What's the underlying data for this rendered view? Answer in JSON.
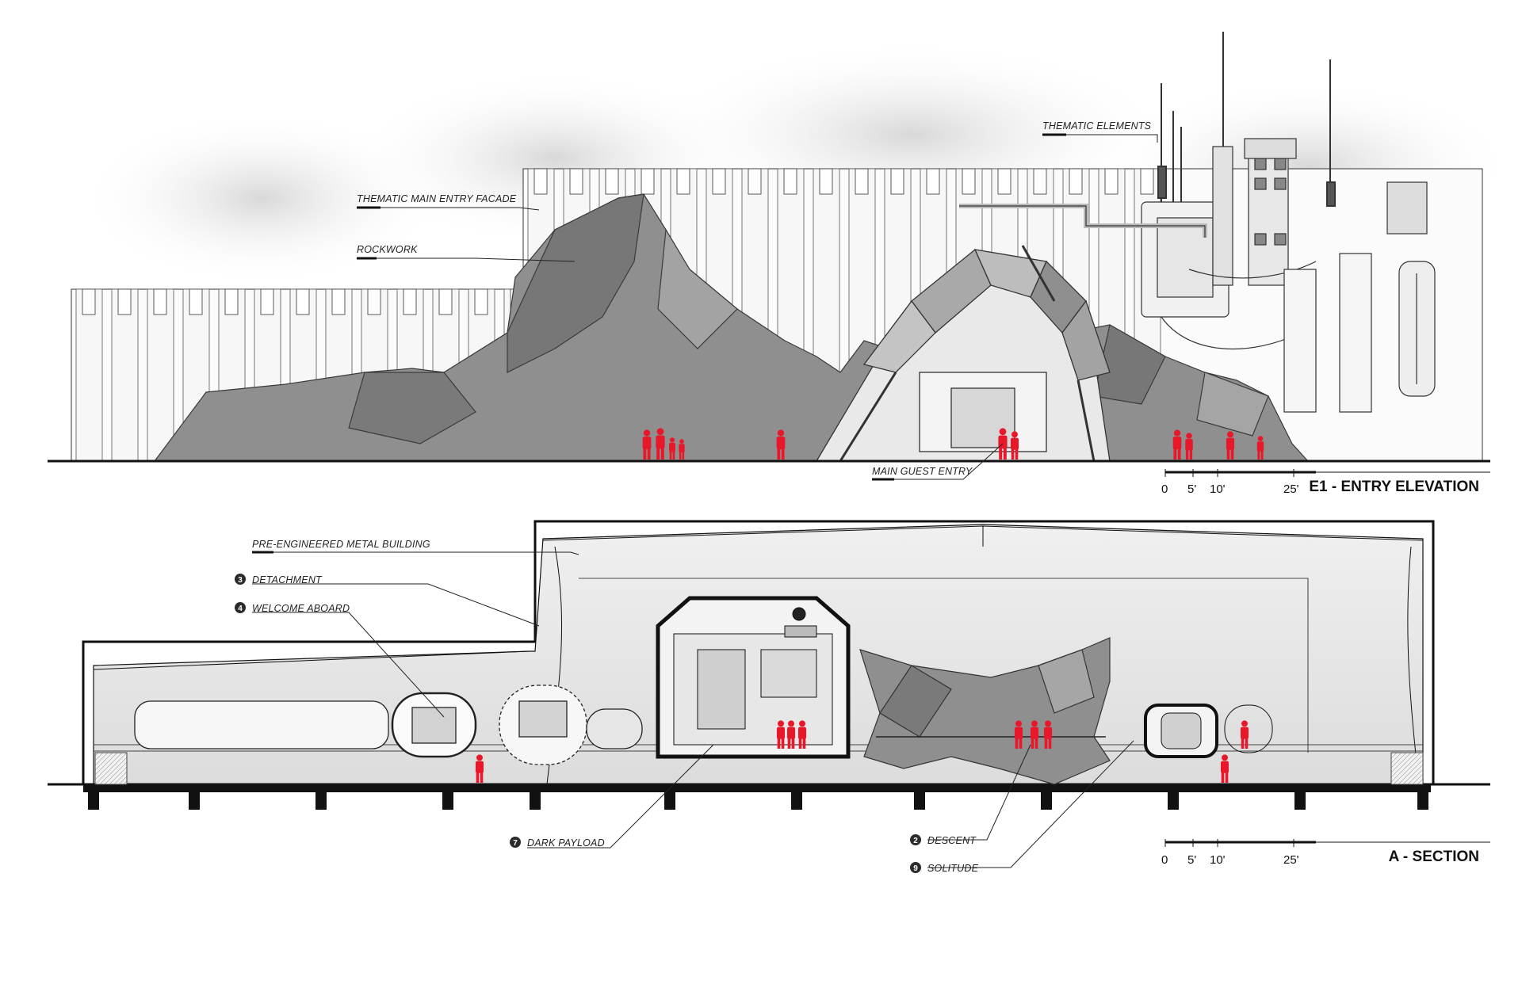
{
  "elevation": {
    "title": "E1 - ENTRY ELEVATION",
    "labels": {
      "facade": "THEMATIC MAIN ENTRY FACADE",
      "rockwork": "ROCKWORK",
      "thematic": "THEMATIC ELEMENTS",
      "entry": "MAIN GUEST ENTRY"
    },
    "scale_ticks": [
      "0",
      "5'",
      "10'",
      "25'"
    ]
  },
  "section": {
    "title": "A - SECTION",
    "labels": {
      "building": "PRE-ENGINEERED METAL BUILDING",
      "payload_num": "7",
      "payload": "DARK PAYLOAD",
      "detachment_num": "3",
      "detachment": "DETACHMENT",
      "welcome_num": "4",
      "welcome": "WELCOME ABOARD",
      "descent_num": "2",
      "descent": "DESCENT",
      "solitude_num": "9",
      "solitude": "SOLITUDE"
    },
    "scale_ticks": [
      "0",
      "5'",
      "10'",
      "25'"
    ]
  },
  "colors": {
    "figure": "#e8182a",
    "rock": "#8c8c8c",
    "rock_dark": "#6e6e6e",
    "line": "#222222",
    "badge": "#2b2b2b"
  }
}
